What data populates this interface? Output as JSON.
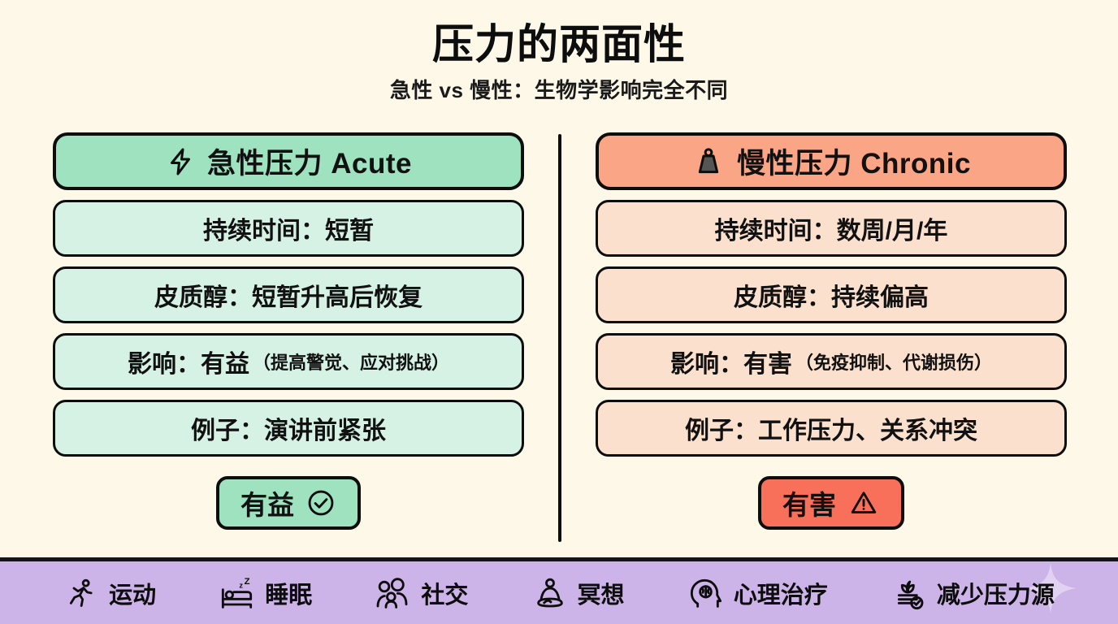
{
  "header": {
    "title": "压力的两面性",
    "subtitle": "急性 vs 慢性：生物学影响完全不同"
  },
  "colors": {
    "background": "#FDF8E8",
    "acute_header": "#9EE2C0",
    "acute_body": "#D5F2E5",
    "chronic_header": "#F9A586",
    "chronic_body": "#FBE0CE",
    "verdict_bad": "#F86F5A",
    "footer": "#CDB4E8",
    "outline": "#0D0D0D"
  },
  "columns": [
    {
      "id": "acute",
      "icon": "lightning-bolt-icon",
      "header": "急性压力 Acute",
      "rows": [
        {
          "text": "持续时间：短暂",
          "note": ""
        },
        {
          "text": "皮质醇：短暂升高后恢复",
          "note": ""
        },
        {
          "text": "影响：有益",
          "note": "（提高警觉、应对挑战）"
        },
        {
          "text": "例子：演讲前紧张",
          "note": ""
        }
      ],
      "verdict": {
        "label": "有益",
        "icon": "check-circle-icon"
      }
    },
    {
      "id": "chronic",
      "icon": "weight-icon",
      "header": "慢性压力 Chronic",
      "rows": [
        {
          "text": "持续时间：数周/月/年",
          "note": ""
        },
        {
          "text": "皮质醇：持续偏高",
          "note": ""
        },
        {
          "text": "影响：有害",
          "note": "（免疫抑制、代谢损伤）"
        },
        {
          "text": "例子：工作压力、关系冲突",
          "note": ""
        }
      ],
      "verdict": {
        "label": "有害",
        "icon": "warning-triangle-icon"
      }
    }
  ],
  "footer": {
    "items": [
      {
        "label": "运动",
        "icon": "running-person-icon"
      },
      {
        "label": "睡眠",
        "icon": "bed-sleep-icon"
      },
      {
        "label": "社交",
        "icon": "people-group-icon"
      },
      {
        "label": "冥想",
        "icon": "meditation-icon"
      },
      {
        "label": "心理治疗",
        "icon": "head-brain-icon"
      },
      {
        "label": "减少压力源",
        "icon": "plant-check-icon"
      }
    ]
  }
}
